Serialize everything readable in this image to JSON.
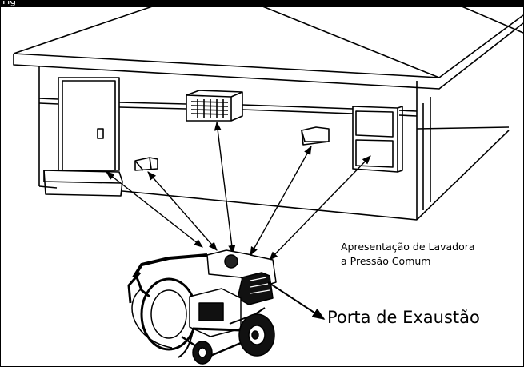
{
  "header": {
    "figure_label": "Fig"
  },
  "captions": {
    "normal_line1": "Apresentação de Lavadora",
    "normal_line2": "a Pressão Comum",
    "exhaust_port": "Porta de Exaustão"
  },
  "colors": {
    "line": "#000000",
    "background": "#ffffff"
  }
}
